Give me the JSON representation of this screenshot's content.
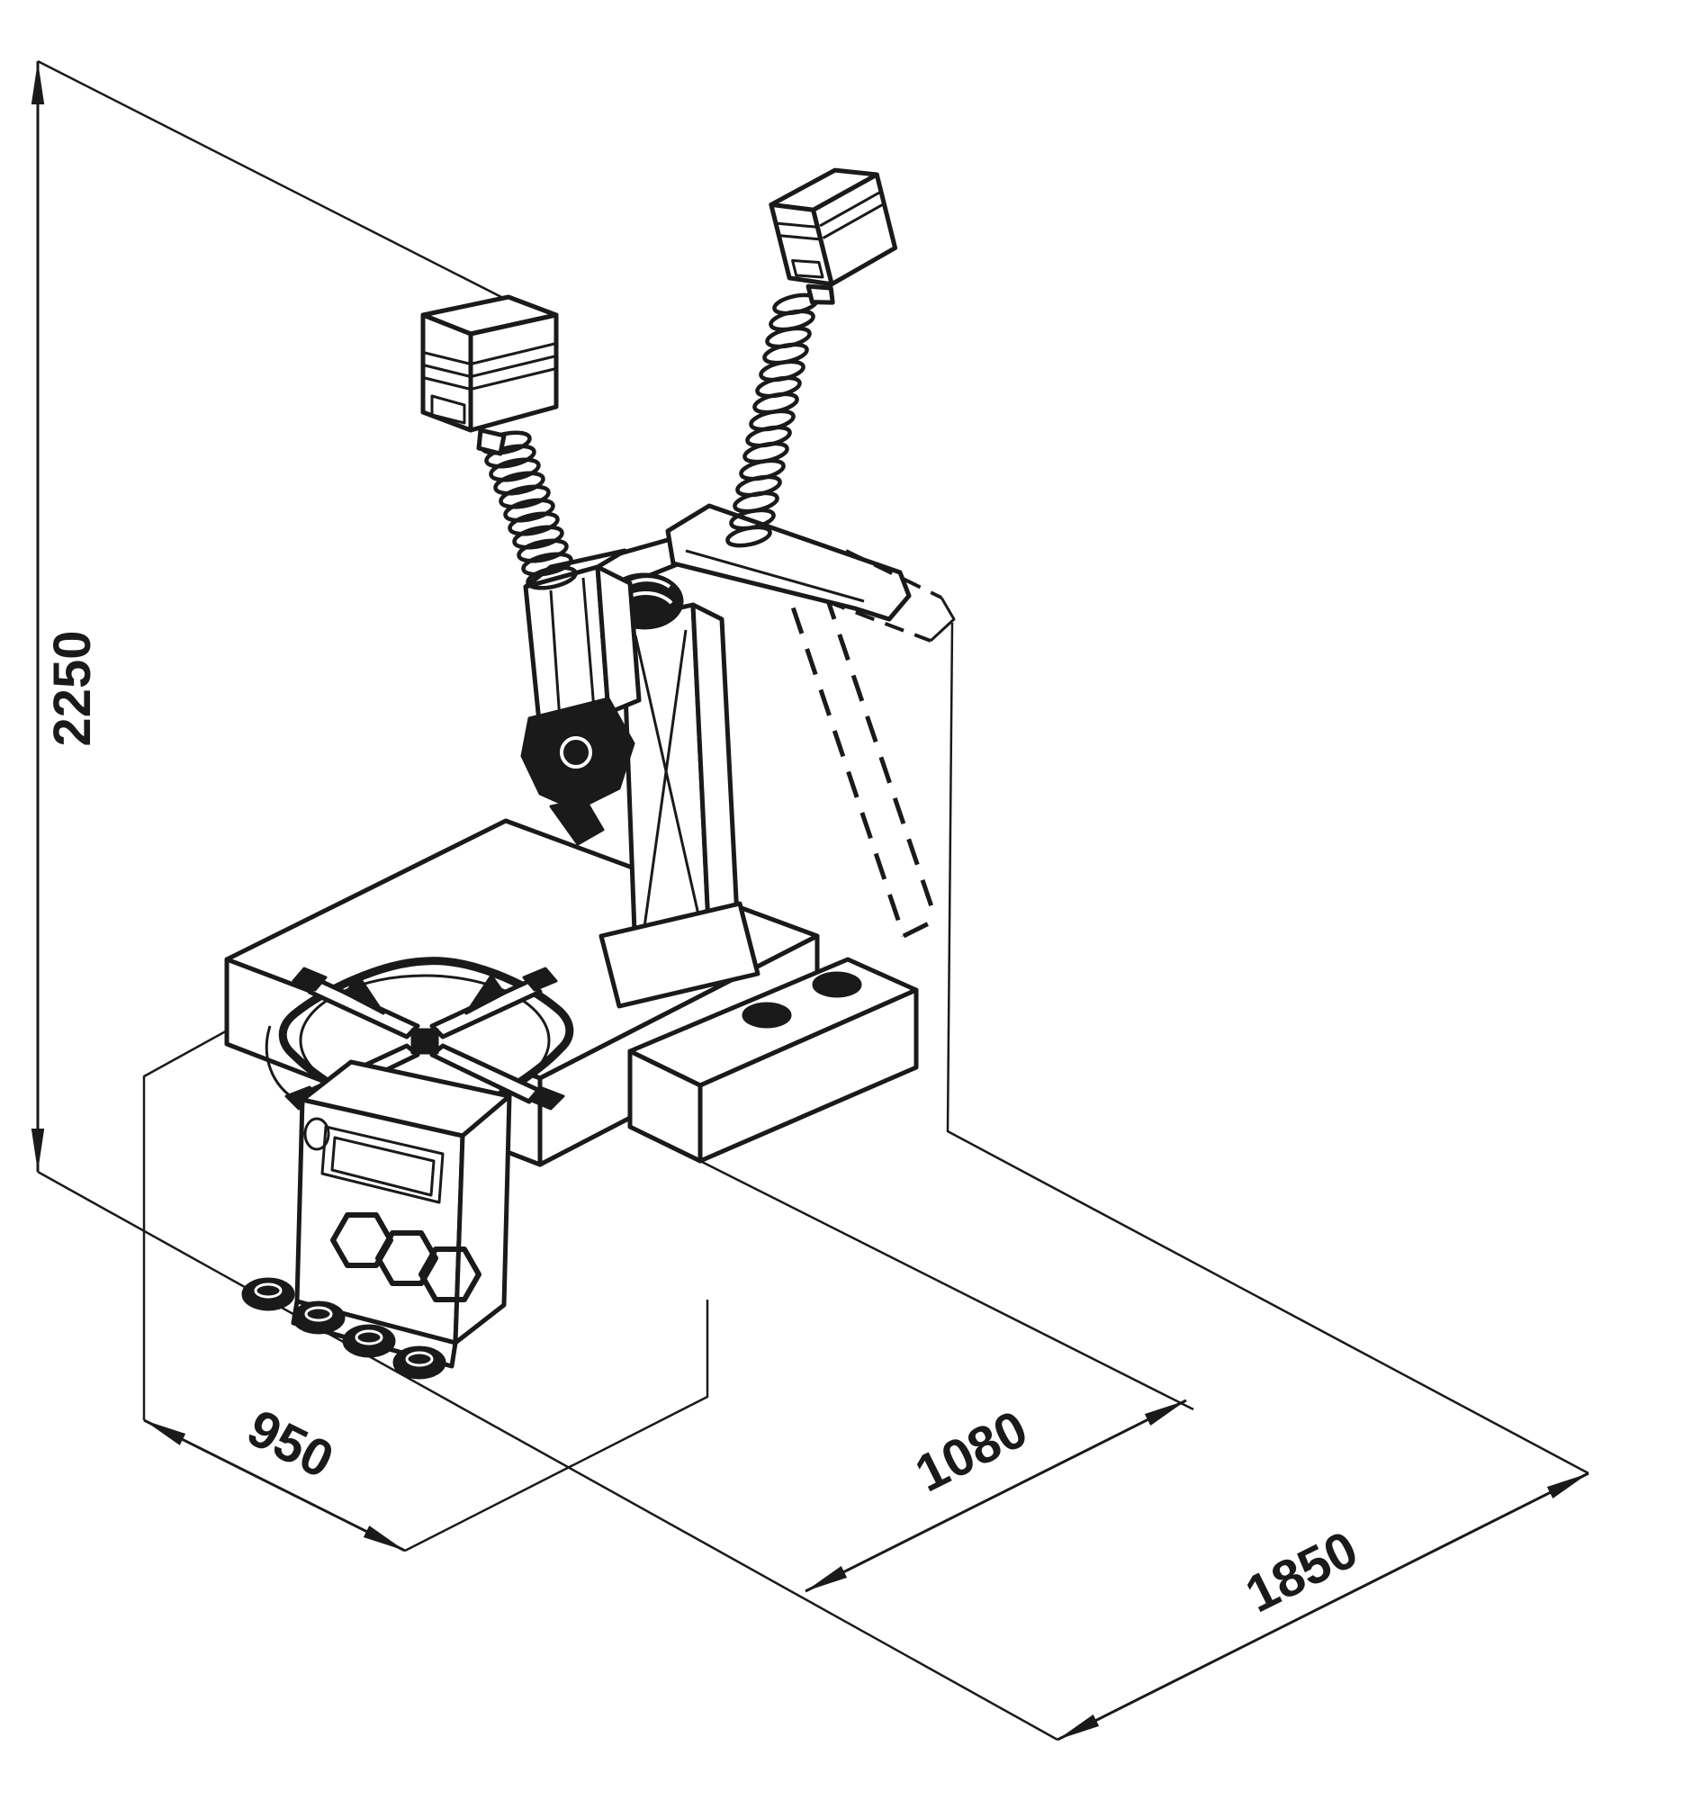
{
  "colors": {
    "background": "#ffffff",
    "line": "#1a1a1a"
  },
  "diagram": {
    "kind": "isometric-dimension-drawing",
    "subject": "tire-changer-machine-space-requirements"
  },
  "dimensions": {
    "height": "2250",
    "width": "950",
    "working_depth": "1080",
    "total_depth": "1850"
  }
}
